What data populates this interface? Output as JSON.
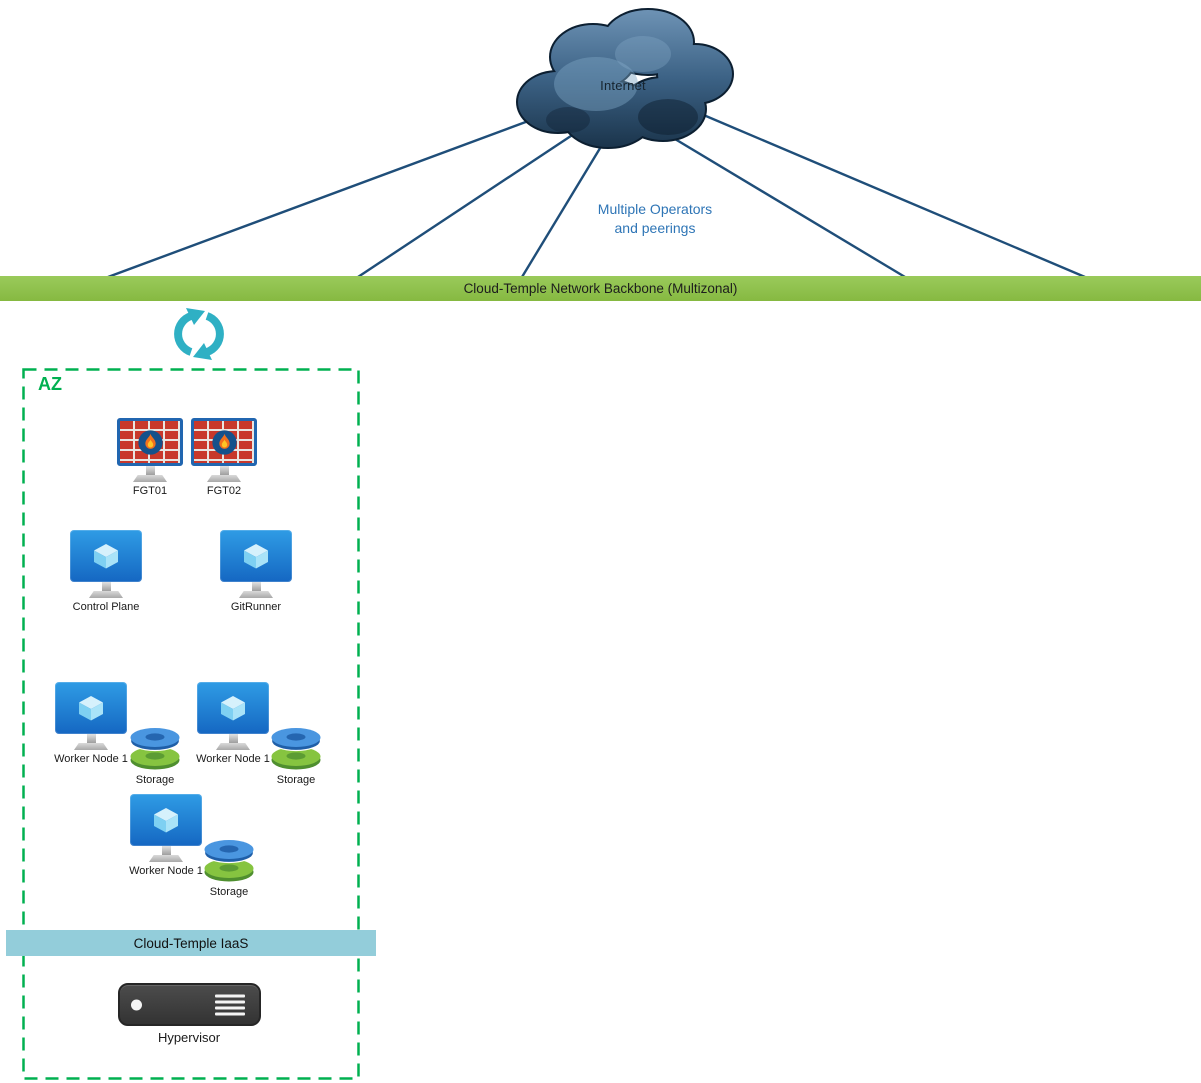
{
  "diagram": {
    "internet": {
      "label": "Internet"
    },
    "operators": {
      "line1": "Multiple Operators",
      "line2": "and peerings"
    },
    "backbone": {
      "label": "Cloud-Temple Network Backbone (Multizonal)"
    },
    "az": {
      "label": "AZ"
    },
    "firewalls": [
      {
        "label": "FGT01"
      },
      {
        "label": "FGT02"
      }
    ],
    "vms": [
      {
        "label": "Control Plane"
      },
      {
        "label": "GitRunner"
      }
    ],
    "workers": [
      {
        "label": "Worker Node 1",
        "storage": "Storage"
      },
      {
        "label": "Worker Node 1",
        "storage": "Storage"
      },
      {
        "label": "Worker Node 1",
        "storage": "Storage"
      }
    ],
    "iaas": {
      "label": "Cloud-Temple IaaS"
    },
    "hypervisor": {
      "label": "Hypervisor"
    },
    "icons": {
      "internet": "cloud",
      "sync": "circular-sync-arrows",
      "firewall": "firewall-brick-flame",
      "vm": "virtual-machine-monitor",
      "storage": "stacked-disks",
      "hypervisor": "server-chassis"
    },
    "colors": {
      "backbone_green": "#8fc04c",
      "iaas_teal": "#93cdda",
      "az_border_green": "#00b050",
      "connector_blue": "#1f4e79",
      "operators_text": "#2e75b6",
      "sync_teal": "#2fb0c4",
      "cloud_dark": "#12273c"
    }
  }
}
